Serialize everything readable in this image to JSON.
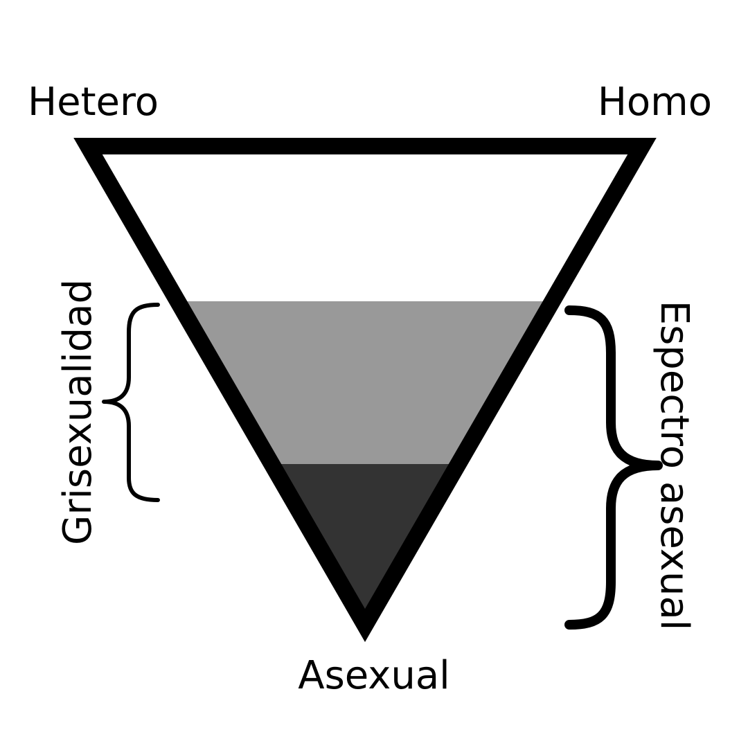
{
  "labels": {
    "top_left": "Hetero",
    "top_right": "Homo",
    "bottom": "Asexual",
    "left_bracket": "Grisexualidad",
    "right_bracket": "Espectro asexual"
  },
  "colors": {
    "outline": "#000000",
    "top_band": "#ffffff",
    "middle_band": "#999999",
    "bottom_band": "#333333",
    "text": "#000000",
    "background": "#ffffff"
  }
}
